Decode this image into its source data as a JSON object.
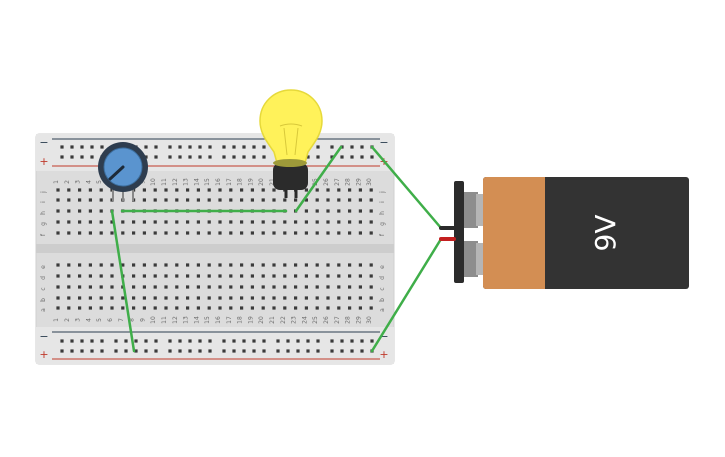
{
  "breadboard": {
    "rail_minus": "−",
    "rail_plus": "+",
    "row_letters_top": [
      "j",
      "i",
      "h",
      "g",
      "f"
    ],
    "row_letters_bottom": [
      "e",
      "d",
      "c",
      "b",
      "a"
    ],
    "columns": [
      "1",
      "2",
      "3",
      "4",
      "5",
      "6",
      "7",
      "8",
      "9",
      "10",
      "11",
      "12",
      "13",
      "14",
      "15",
      "16",
      "17",
      "18",
      "19",
      "20",
      "21",
      "22",
      "23",
      "24",
      "25",
      "26",
      "27",
      "28",
      "29",
      "30"
    ]
  },
  "battery": {
    "label": "9V",
    "body_color": "#333333",
    "band_color": "#d38e53"
  },
  "colors": {
    "wire": "#3fae49",
    "rail_red": "#c0392b",
    "rail_blue": "#2c3e50",
    "bulb_glass": "#fff25a",
    "pot_knob": "#5a94cf"
  },
  "components": {
    "potentiometer": "potentiometer",
    "bulb": "light-bulb",
    "battery": "9V-battery"
  }
}
